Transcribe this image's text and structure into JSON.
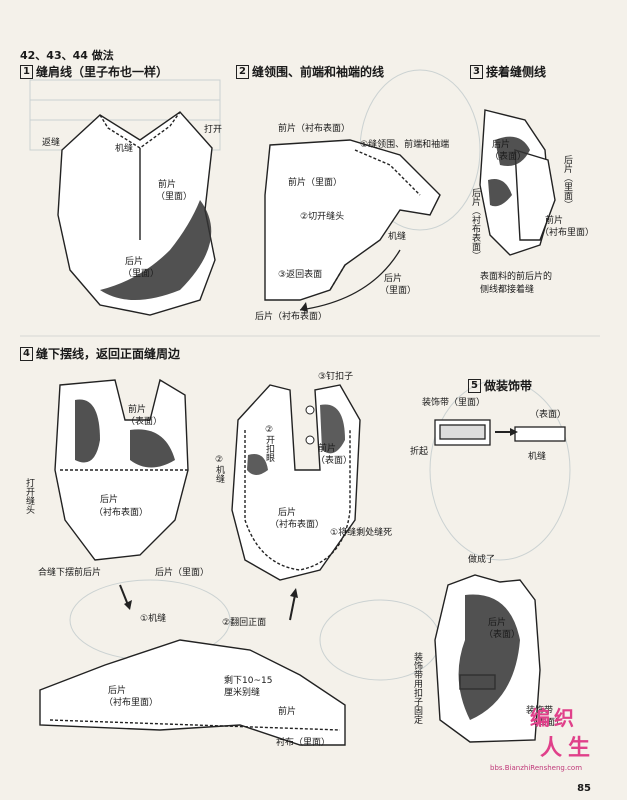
{
  "page": {
    "title": "42、43、44 做法",
    "page_number": "85"
  },
  "steps": [
    {
      "num": "1",
      "text": "缝肩线（里子布也一样）"
    },
    {
      "num": "2",
      "text": "缝领围、前端和袖端的线"
    },
    {
      "num": "3",
      "text": "接着缝侧线"
    },
    {
      "num": "4",
      "text": "缝下摆线，返回正面缝周边"
    },
    {
      "num": "5",
      "text": "做装饰带"
    }
  ],
  "fig1": {
    "fanfeng": "返缝",
    "jifeng": "机缝",
    "dakai": "打开",
    "qianpian": "前片",
    "limian": "（里面）",
    "houpian": "后片",
    "limian2": "（里面）"
  },
  "fig2": {
    "qianpian_chenbu": "前片（衬布表面）",
    "note1": "①缝领围、前端和袖端",
    "qianpian_li": "前片（里面）",
    "note2": "②切开缝头",
    "jifeng": "机缝",
    "note3": "③返回表面",
    "houpian_li": "后片",
    "houpian_li2": "（里面）",
    "houpian_chen": "后片（衬布表面）"
  },
  "fig3": {
    "houpian": "后片",
    "biaomian": "（表面）",
    "houpian_li_v": "后片（里面）",
    "houpian_chen_v": "后片（衬布表面）",
    "qianpian": "前片",
    "chenbu_li": "（衬布里面）",
    "note1": "表面料的前后片的",
    "note2": "侧线都接着缝"
  },
  "fig4a": {
    "qianpian": "前片",
    "biaomian": "（表面）",
    "dakai": "打开缝头",
    "houpian": "后片",
    "chenbu": "（衬布表面）",
    "heaf": "合缝下摆前后片",
    "houpian_li": "后片（里面）"
  },
  "fig4b": {
    "dingkou": "③钉扣子",
    "kaikou": "②开扣眼",
    "jifeng": "②机缝",
    "qianpian": "前片",
    "biaomian": "（表面）",
    "houpian": "后片",
    "chenbu": "（衬布表面）",
    "note": "①将缝剩处缝死"
  },
  "fig4c": {
    "jifeng": "①机缝",
    "fanhui": "②翻回正面",
    "shengxia1": "剩下10~15",
    "shengxia2": "厘米别缝",
    "houpian": "后片",
    "chenli": "（衬布里面）",
    "qianpian": "前片",
    "chenbu_li": "衬布（里面）"
  },
  "fig5": {
    "zhuangshi": "装饰带（里面）",
    "biaomian": "（表面）",
    "zheqi": "折起",
    "jifeng": "机缝"
  },
  "fig6": {
    "zuochengle": "做成了",
    "houpian": "后片",
    "biaomian": "（表面）",
    "vertical": "装饰带用扣子固定",
    "zhuangshidai": "装饰带",
    "biaomian2": "（表面）"
  },
  "watermark": {
    "logo_line1": "编织",
    "logo_line2": "人生",
    "url": "bbs.BianzhiRensheng.com"
  }
}
